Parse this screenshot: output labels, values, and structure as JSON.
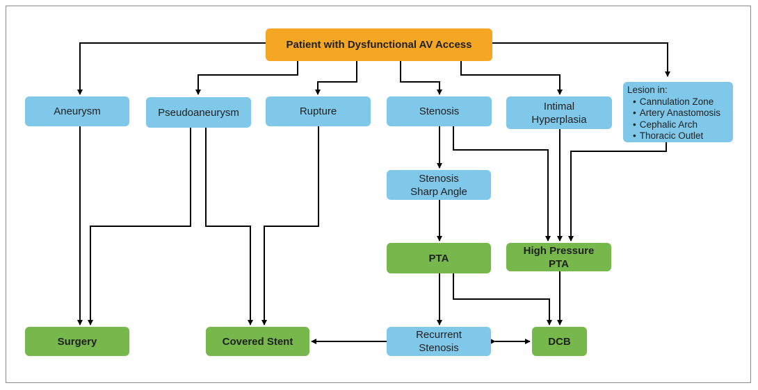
{
  "nodes": {
    "root": "Patient with Dysfunctional AV Access",
    "aneurysm": "Aneurysm",
    "pseudoaneurysm": "Pseudoaneurysm",
    "rupture": "Rupture",
    "stenosis": "Stenosis",
    "intimal": [
      "Intimal",
      "Hyperplasia"
    ],
    "lesion_title": "Lesion in:",
    "lesion_items": [
      "Cannulation Zone",
      "Artery Anastomosis",
      "Cephalic Arch",
      "Thoracic Outlet"
    ],
    "sharp": [
      "Stenosis",
      "Sharp Angle"
    ],
    "pta": "PTA",
    "hp_pta": [
      "High Pressure",
      "PTA"
    ],
    "surgery": "Surgery",
    "covered_stent": "Covered Stent",
    "recurrent": [
      "Recurrent",
      "Stenosis"
    ],
    "dcb": "DCB"
  },
  "colors": {
    "blue": "#7fc8ea",
    "green": "#76b84b",
    "orange": "#f5a622",
    "line": "#000000"
  }
}
